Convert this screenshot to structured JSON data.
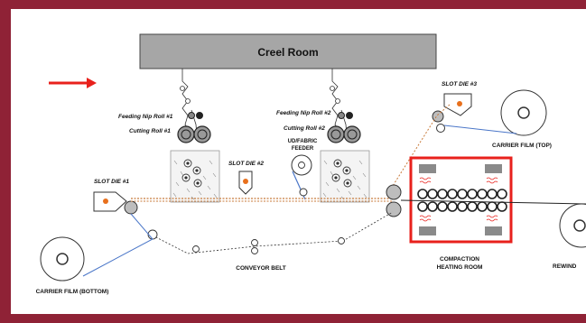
{
  "creel_room": "Creel Room",
  "labels": {
    "feeding_nip_roll_1": "Feeding Nip Roll #1",
    "cutting_roll_1": "Cutting Roll #1",
    "feeding_nip_roll_2": "Feeding Nip Roll #2",
    "cutting_roll_2": "Cutting Roll #2",
    "ud_fabric_feeder_line1": "UD/FABRIC",
    "ud_fabric_feeder_line2": "FEEDER",
    "slot_die_1": "SLOT DIE #1",
    "slot_die_2": "SLOT DIE #2",
    "slot_die_3": "SLOT DIE #3",
    "carrier_film_top": "CARRIER FILM (TOP)",
    "carrier_film_bottom": "CARRIER FILM (BOTTOM)",
    "conveyor_belt": "CONVEYOR BELT",
    "compaction_line1": "COMPACTION",
    "compaction_line2": "HEATING ROOM",
    "rewind": "REWIND"
  },
  "colors": {
    "border": "#8f2236",
    "arrow": "#e8211c",
    "compaction_box": "#e8211c",
    "creel_fill": "#a6a6a6",
    "film_line": "#4a76c8",
    "resin_line": "#c87a3a",
    "die_accent": "#e8701c"
  }
}
